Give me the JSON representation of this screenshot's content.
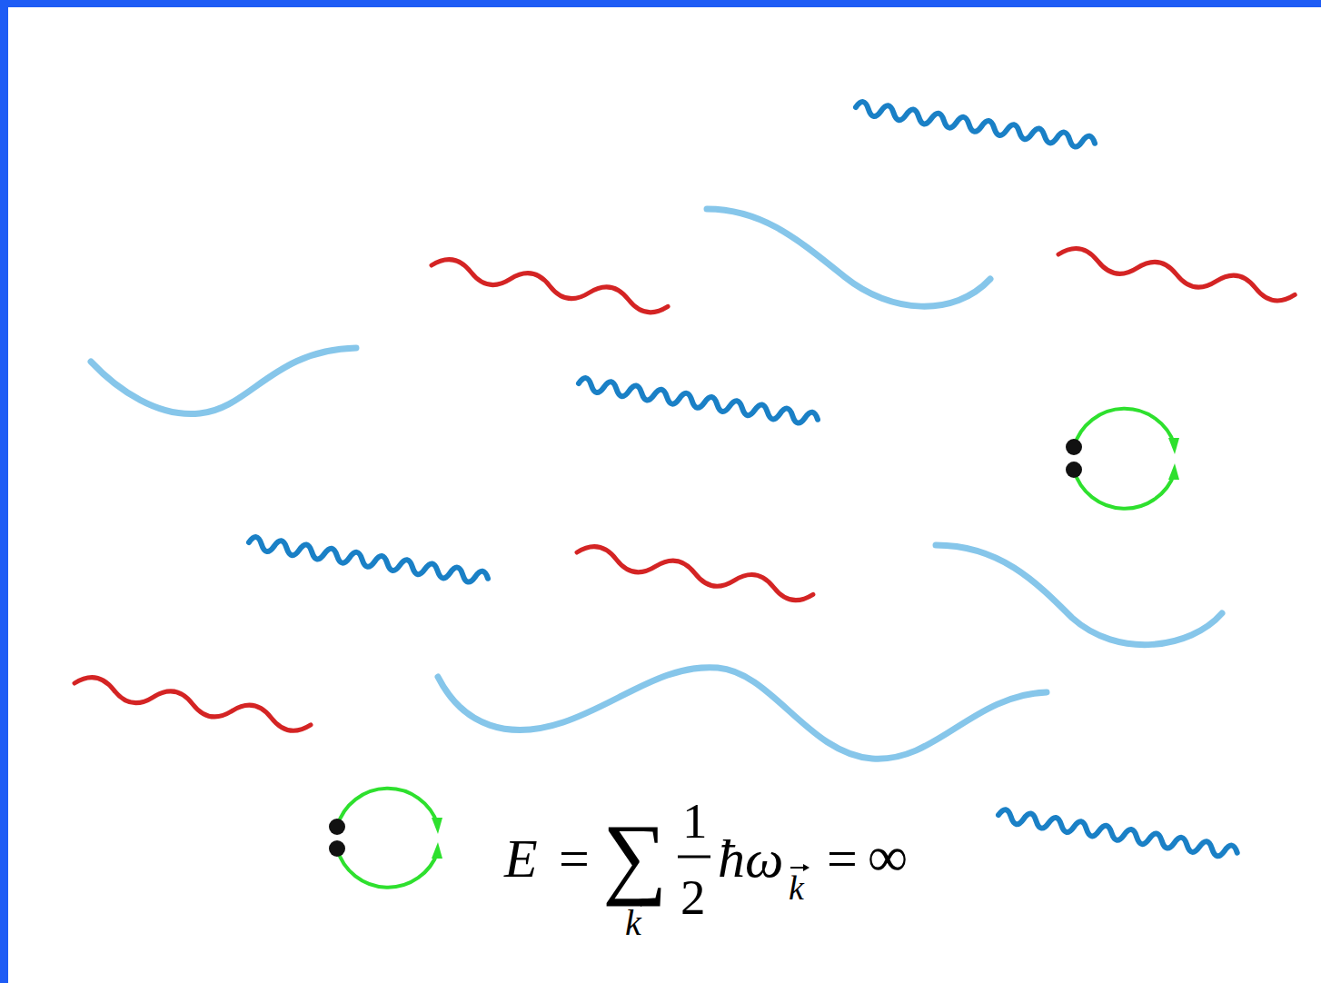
{
  "diagram": {
    "labels": [
      "E",
      "=",
      "∑",
      "k",
      "1",
      "2",
      "ħω",
      "k",
      "=",
      "∞"
    ]
  }
}
